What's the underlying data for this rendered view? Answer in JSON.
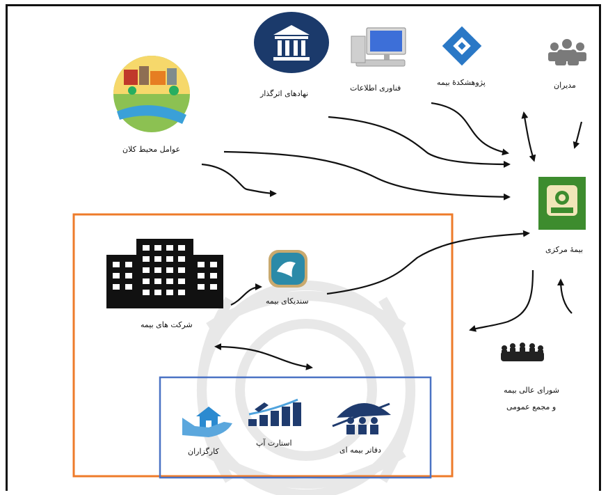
{
  "nodes": {
    "managers": "مدیران",
    "research": "پژوهشکدهٔ بیمه",
    "it": "فناوری اطلاعات",
    "influencers": "نهادهای اثرگذار",
    "macro_env": "عوامل محیط کلان",
    "central_insurance": "بیمهٔ مرکزی",
    "supreme_council_line1": "شورای عالی بیمه",
    "supreme_council_line2": "و مجمع عمومی",
    "insurance_companies": "شرکت های بیمه",
    "syndicate": "سندیکای بیمه",
    "brokers": "کارگزاران",
    "startup": "استارت آپ",
    "insurance_offices": "دفاتر بیمه ای"
  },
  "colors": {
    "outer_box": "#ee7b2a",
    "inner_box": "#4a72c4",
    "central_green": "#3d8c2e",
    "navy": "#1b3a6b",
    "arrow": "#111111"
  }
}
